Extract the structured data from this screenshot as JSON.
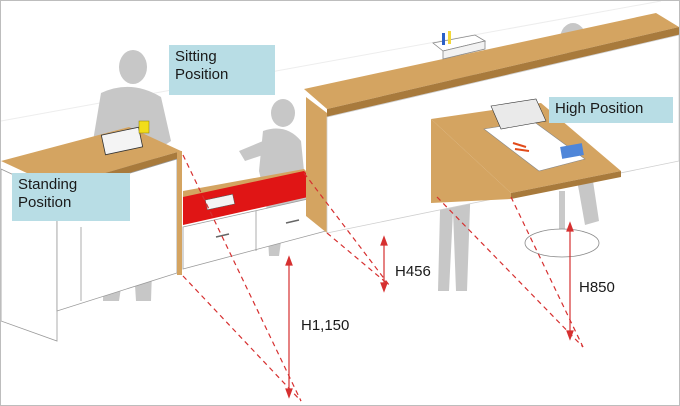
{
  "labels": {
    "standing": [
      "Standing",
      "Position"
    ],
    "sitting": [
      "Sitting",
      "Position"
    ],
    "high": "High Position"
  },
  "dimensions": {
    "standing": "H1,150",
    "sitting": "H456",
    "high": "H850"
  },
  "colors": {
    "wood": "#d4a461",
    "wood_dark": "#a87a3c",
    "seat_red": "#e01515",
    "label_bg": "#b8dde5",
    "dim_red": "#d63030",
    "silhouette": "#c7c7c7"
  }
}
